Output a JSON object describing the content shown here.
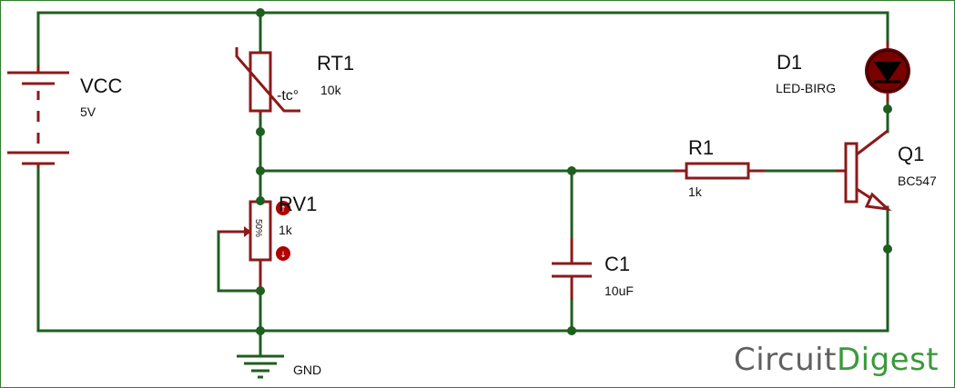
{
  "labels": {
    "vcc_name": "VCC",
    "vcc_value": "5V",
    "rt1_name": "RT1",
    "rt1_value": "10k",
    "rt1_tc": "-tc°",
    "rv1_name": "RV1",
    "rv1_value": "1k",
    "rv1_percent": "50%",
    "d1_name": "D1",
    "d1_value": "LED-BIRG",
    "r1_name": "R1",
    "r1_value": "1k",
    "q1_name": "Q1",
    "q1_value": "BC547",
    "c1_name": "C1",
    "c1_value": "10uF",
    "gnd": "GND"
  },
  "brand": {
    "part1": "Circuit",
    "part2": "Digest"
  },
  "colors": {
    "wire": "#1f5e1f",
    "component": "#8b1a1a",
    "brand_grey": "#606060",
    "brand_green": "#3a9a3a"
  }
}
